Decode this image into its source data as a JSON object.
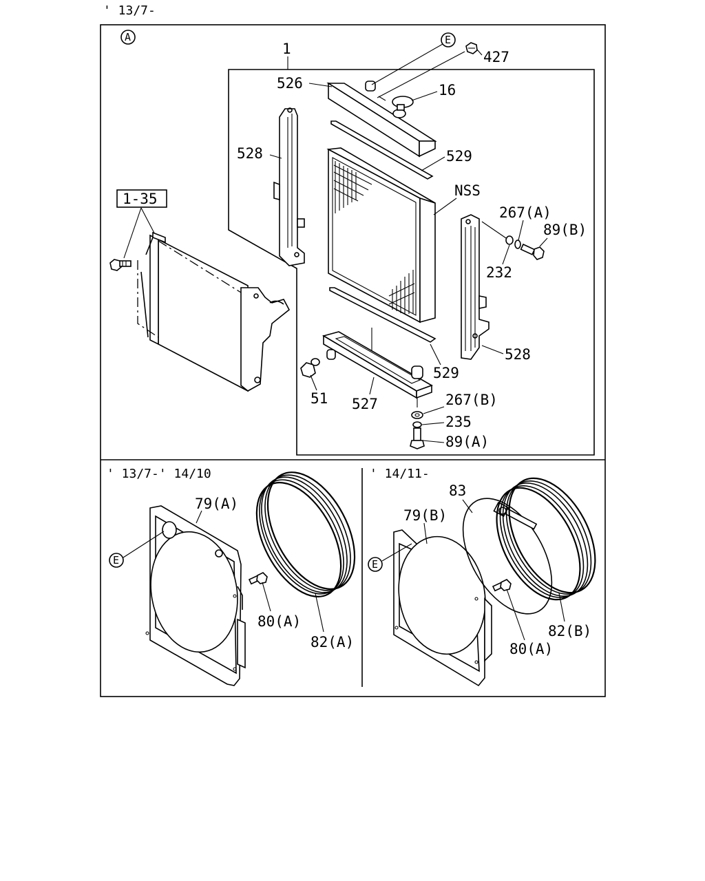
{
  "header": {
    "date_range": "' 13/7-"
  },
  "section_a": {
    "marker": "A",
    "ref_box": "1-35",
    "labels": {
      "assembly": "1",
      "upper_tank": "526",
      "bracket_left": "528",
      "bracket_right": "528",
      "seal_upper": "529",
      "seal_lower": "529",
      "core": "NSS",
      "lower_tank": "527",
      "drain_plug": "51",
      "cap": "16",
      "bolt_top": "427",
      "marker_e": "E",
      "washer_a": "267(A)",
      "bolt_b": "89(B)",
      "bushing": "232",
      "washer_b": "267(B)",
      "washer_235": "235",
      "bolt_a": "89(A)"
    }
  },
  "section_left": {
    "date_range": "' 13/7-' 14/10",
    "labels": {
      "shroud": "79(A)",
      "marker_e": "E",
      "bolt": "80(A)",
      "ring": "82(A)"
    }
  },
  "section_right": {
    "date_range": "' 14/11-",
    "labels": {
      "clamp": "83",
      "shroud": "79(B)",
      "marker_e": "E",
      "ring": "82(B)",
      "bolt": "80(A)"
    }
  }
}
